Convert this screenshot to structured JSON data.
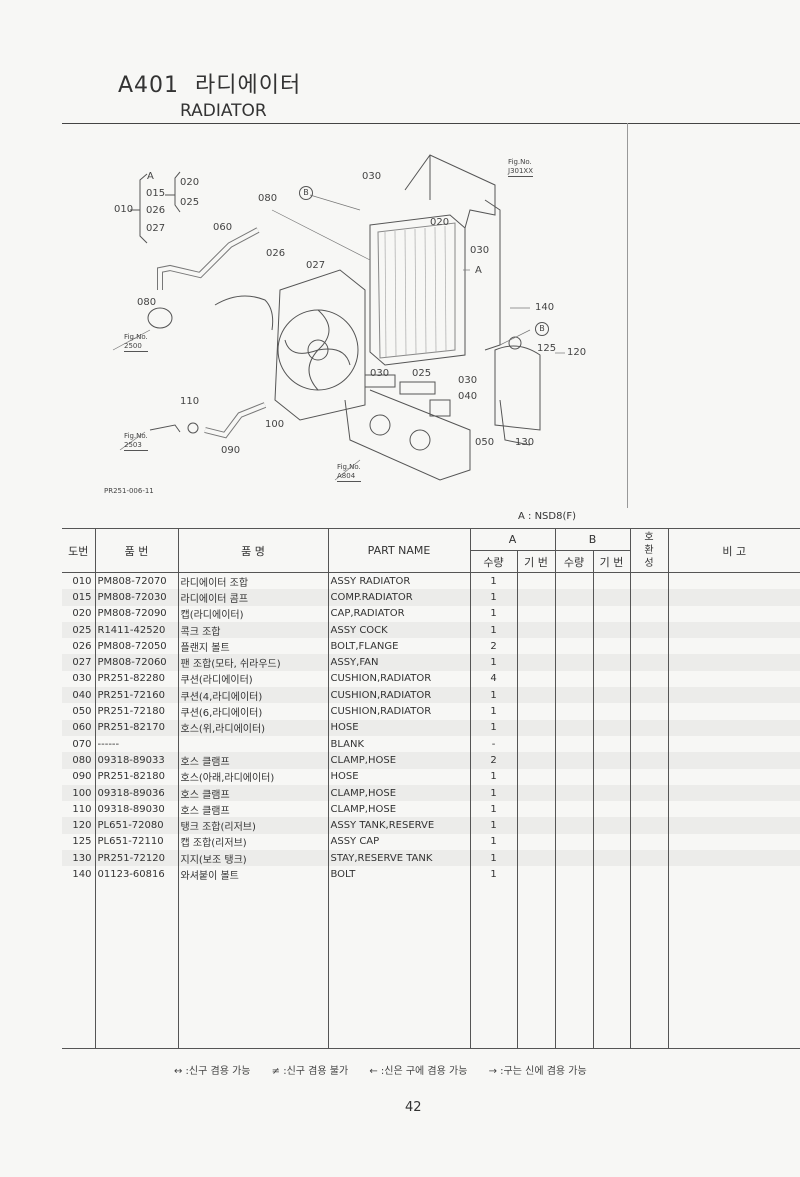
{
  "header": {
    "code": "A401",
    "title_ko": "라디에이터",
    "title_en": "RADIATOR"
  },
  "diagram": {
    "bracket": {
      "top": "A",
      "items_left": [
        "015",
        "026",
        "027"
      ],
      "items_right": [
        "020",
        "025"
      ],
      "parent": "010"
    },
    "callouts": [
      "080",
      "060",
      "026",
      "027",
      "030",
      "020",
      "030",
      "A",
      "140",
      "B",
      "125",
      "120",
      "030",
      "025",
      "030",
      "040",
      "050",
      "130",
      "110",
      "100",
      "090",
      "080",
      "B"
    ],
    "fig_refs": [
      {
        "label": "Fig.No.",
        "num": "J301XX"
      },
      {
        "label": "Fig.No.",
        "num": "2500"
      },
      {
        "label": "Fig.No.",
        "num": "2503"
      },
      {
        "label": "Fig.No.",
        "num": "A804"
      }
    ],
    "drawing_code": "PR251-006-11"
  },
  "model_note": "A : NSD8(F)",
  "table": {
    "headers": {
      "no": "도번",
      "part_no": "품 번",
      "name_ko": "품 명",
      "part_name": "PART NAME",
      "A": "A",
      "B": "B",
      "qty": "수량",
      "code": "기 번",
      "compat": "호 환 성",
      "remarks": "비 고"
    },
    "rows": [
      {
        "no": "010",
        "part_no": "PM808-72070",
        "name_ko": "라디에이터 조합",
        "part_name": "ASSY RADIATOR",
        "qty": "1"
      },
      {
        "no": "015",
        "part_no": "PM808-72030",
        "name_ko": "라디에이터 콤프",
        "part_name": "COMP.RADIATOR",
        "qty": "1"
      },
      {
        "no": "020",
        "part_no": "PM808-72090",
        "name_ko": "캡(라디에이터)",
        "part_name": "CAP,RADIATOR",
        "qty": "1"
      },
      {
        "no": "025",
        "part_no": "R1411-42520",
        "name_ko": "콕크 조합",
        "part_name": "ASSY COCK",
        "qty": "1"
      },
      {
        "no": "026",
        "part_no": "PM808-72050",
        "name_ko": "플랜지 볼트",
        "part_name": "BOLT,FLANGE",
        "qty": "2"
      },
      {
        "no": "027",
        "part_no": "PM808-72060",
        "name_ko": "팬 조합(모타, 쉬라우드)",
        "part_name": "ASSY,FAN",
        "qty": "1"
      },
      {
        "no": "030",
        "part_no": "PR251-82280",
        "name_ko": "쿠션(라디에이터)",
        "part_name": "CUSHION,RADIATOR",
        "qty": "4"
      },
      {
        "no": "040",
        "part_no": "PR251-72160",
        "name_ko": "쿠션(4,라디에이터)",
        "part_name": "CUSHION,RADIATOR",
        "qty": "1"
      },
      {
        "no": "050",
        "part_no": "PR251-72180",
        "name_ko": "쿠션(6,라디에이터)",
        "part_name": "CUSHION,RADIATOR",
        "qty": "1"
      },
      {
        "no": "060",
        "part_no": "PR251-82170",
        "name_ko": "호스(위,라디에이터)",
        "part_name": "HOSE",
        "qty": "1"
      },
      {
        "no": "070",
        "part_no": "------",
        "name_ko": "",
        "part_name": "BLANK",
        "qty": "-"
      },
      {
        "no": "080",
        "part_no": "09318-89033",
        "name_ko": "호스 클램프",
        "part_name": "CLAMP,HOSE",
        "qty": "2"
      },
      {
        "no": "090",
        "part_no": "PR251-82180",
        "name_ko": "호스(아래,라디에이터)",
        "part_name": "HOSE",
        "qty": "1"
      },
      {
        "no": "100",
        "part_no": "09318-89036",
        "name_ko": "호스 클램프",
        "part_name": "CLAMP,HOSE",
        "qty": "1"
      },
      {
        "no": "110",
        "part_no": "09318-89030",
        "name_ko": "호스 클램프",
        "part_name": "CLAMP,HOSE",
        "qty": "1"
      },
      {
        "no": "120",
        "part_no": "PL651-72080",
        "name_ko": "탱크 조합(리저브)",
        "part_name": "ASSY TANK,RESERVE",
        "qty": "1"
      },
      {
        "no": "125",
        "part_no": "PL651-72110",
        "name_ko": "캡 조합(리저브)",
        "part_name": "ASSY CAP",
        "qty": "1"
      },
      {
        "no": "130",
        "part_no": "PR251-72120",
        "name_ko": "지지(보조 탱크)",
        "part_name": "STAY,RESERVE TANK",
        "qty": "1"
      },
      {
        "no": "140",
        "part_no": "01123-60816",
        "name_ko": "와셔붙이 볼트",
        "part_name": "BOLT",
        "qty": "1"
      }
    ]
  },
  "legend": [
    "↔ :신구 겸용 가능",
    "≠ :신구 겸용 불가",
    "← :신은 구에 겸용 가능",
    "→ :구는 신에 겸용 가능"
  ],
  "page_number": "42"
}
